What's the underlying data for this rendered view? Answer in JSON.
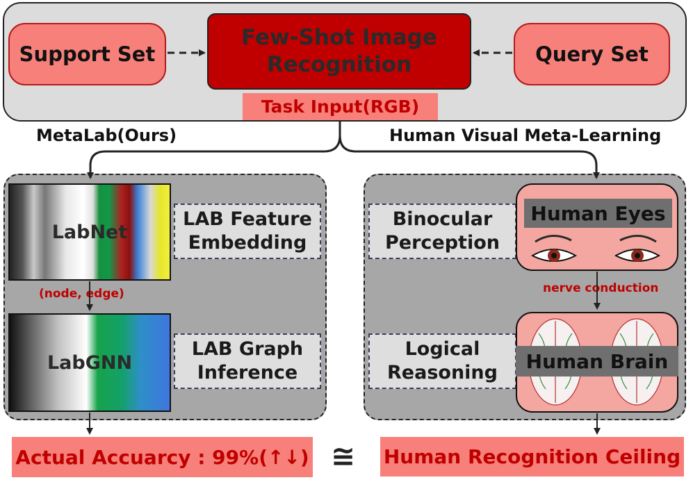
{
  "top": {
    "support_set": "Support Set",
    "few_shot_line1": "Few-Shot Image",
    "few_shot_line2": "Recognition",
    "query_set": "Query Set",
    "task_input": "Task Input(RGB)"
  },
  "branches": {
    "left": "MetaLab(Ours)",
    "right": "Human Visual Meta-Learning"
  },
  "left": {
    "labnet": "LabNet",
    "feature_line1": "LAB Feature",
    "feature_line2": "Embedding",
    "node_edge": "(node, edge)",
    "labgnn": "LabGNN",
    "graph_line1": "LAB Graph",
    "graph_line2": "Inference",
    "accuracy": "Actual Accuarcy : 99%(↑↓)"
  },
  "right": {
    "binocular_line1": "Binocular",
    "binocular_line2": "Perception",
    "human_eyes": "Human Eyes",
    "nerve": "nerve conduction",
    "logical_line1": "Logical",
    "logical_line2": "Reasoning",
    "human_brain": "Human Brain",
    "ceiling": "Human Recognition Ceiling"
  },
  "relation_symbol": "≅",
  "colors": {
    "dark_red": "#c00000",
    "salmon": "#f7807b",
    "panel_gray": "#a7a7a7",
    "light_gray": "#dcdcdc"
  }
}
